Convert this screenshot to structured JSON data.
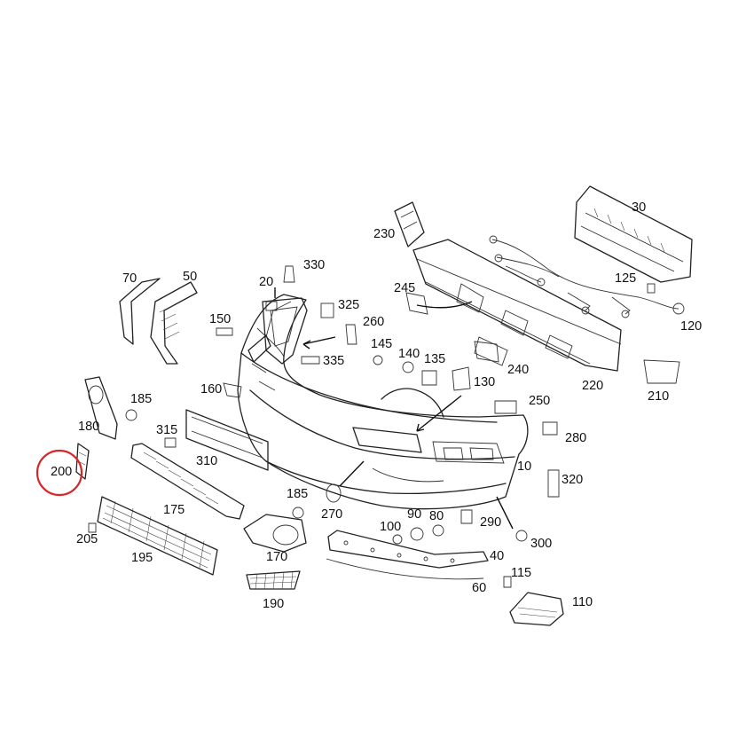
{
  "highlight": {
    "part_number": "200",
    "color": "#d62828"
  },
  "callouts": [
    {
      "id": "10",
      "label": "10"
    },
    {
      "id": "20",
      "label": "20"
    },
    {
      "id": "30",
      "label": "30"
    },
    {
      "id": "40",
      "label": "40"
    },
    {
      "id": "50",
      "label": "50"
    },
    {
      "id": "60",
      "label": "60"
    },
    {
      "id": "70",
      "label": "70"
    },
    {
      "id": "80",
      "label": "80"
    },
    {
      "id": "90",
      "label": "90"
    },
    {
      "id": "100",
      "label": "100"
    },
    {
      "id": "110",
      "label": "110"
    },
    {
      "id": "115",
      "label": "115"
    },
    {
      "id": "120",
      "label": "120"
    },
    {
      "id": "125",
      "label": "125"
    },
    {
      "id": "130",
      "label": "130"
    },
    {
      "id": "135",
      "label": "135"
    },
    {
      "id": "140",
      "label": "140"
    },
    {
      "id": "145",
      "label": "145"
    },
    {
      "id": "150",
      "label": "150"
    },
    {
      "id": "160",
      "label": "160"
    },
    {
      "id": "170",
      "label": "170"
    },
    {
      "id": "175",
      "label": "175"
    },
    {
      "id": "180",
      "label": "180"
    },
    {
      "id": "185a",
      "label": "185"
    },
    {
      "id": "185b",
      "label": "185"
    },
    {
      "id": "190",
      "label": "190"
    },
    {
      "id": "195",
      "label": "195"
    },
    {
      "id": "200",
      "label": "200"
    },
    {
      "id": "205",
      "label": "205"
    },
    {
      "id": "210",
      "label": "210"
    },
    {
      "id": "220",
      "label": "220"
    },
    {
      "id": "230",
      "label": "230"
    },
    {
      "id": "240",
      "label": "240"
    },
    {
      "id": "245",
      "label": "245"
    },
    {
      "id": "250",
      "label": "250"
    },
    {
      "id": "260",
      "label": "260"
    },
    {
      "id": "270",
      "label": "270"
    },
    {
      "id": "280",
      "label": "280"
    },
    {
      "id": "290",
      "label": "290"
    },
    {
      "id": "300",
      "label": "300"
    },
    {
      "id": "310",
      "label": "310"
    },
    {
      "id": "315",
      "label": "315"
    },
    {
      "id": "320",
      "label": "320"
    },
    {
      "id": "325",
      "label": "325"
    },
    {
      "id": "330",
      "label": "330"
    },
    {
      "id": "335",
      "label": "335"
    }
  ]
}
